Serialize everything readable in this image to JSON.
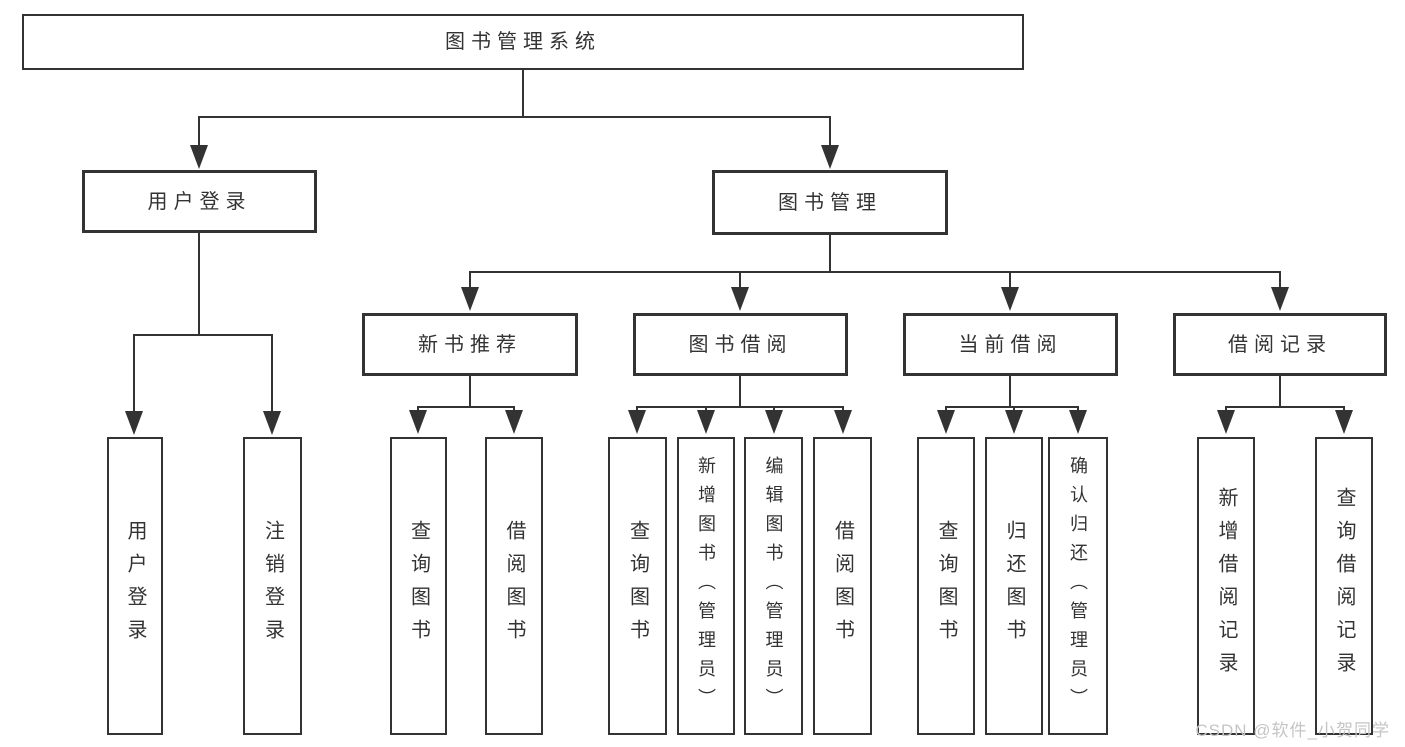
{
  "colors": {
    "line": "#333333",
    "box_border": "#333333",
    "text": "#333333",
    "watermark": "#c5c5c5",
    "bg": "#ffffff"
  },
  "tree": {
    "root": {
      "label": "图书管理系统"
    },
    "branches": [
      {
        "label": "用户登录",
        "children": [
          {
            "label": "用户登录"
          },
          {
            "label": "注销登录"
          }
        ]
      },
      {
        "label": "图书管理",
        "children": [
          {
            "label": "新书推荐",
            "children": [
              {
                "label": "查询图书"
              },
              {
                "label": "借阅图书"
              }
            ]
          },
          {
            "label": "图书借阅",
            "children": [
              {
                "label": "查询图书"
              },
              {
                "label": "新增图书（管理员）"
              },
              {
                "label": "编辑图书（管理员）"
              },
              {
                "label": "借阅图书"
              }
            ]
          },
          {
            "label": "当前借阅",
            "children": [
              {
                "label": "查询图书"
              },
              {
                "label": "归还图书"
              },
              {
                "label": "确认归还（管理员）"
              }
            ]
          },
          {
            "label": "借阅记录",
            "children": [
              {
                "label": "新增借阅记录"
              },
              {
                "label": "查询借阅记录"
              }
            ]
          }
        ]
      }
    ]
  },
  "watermark": {
    "text": "CSDN @软件_小贺同学"
  }
}
